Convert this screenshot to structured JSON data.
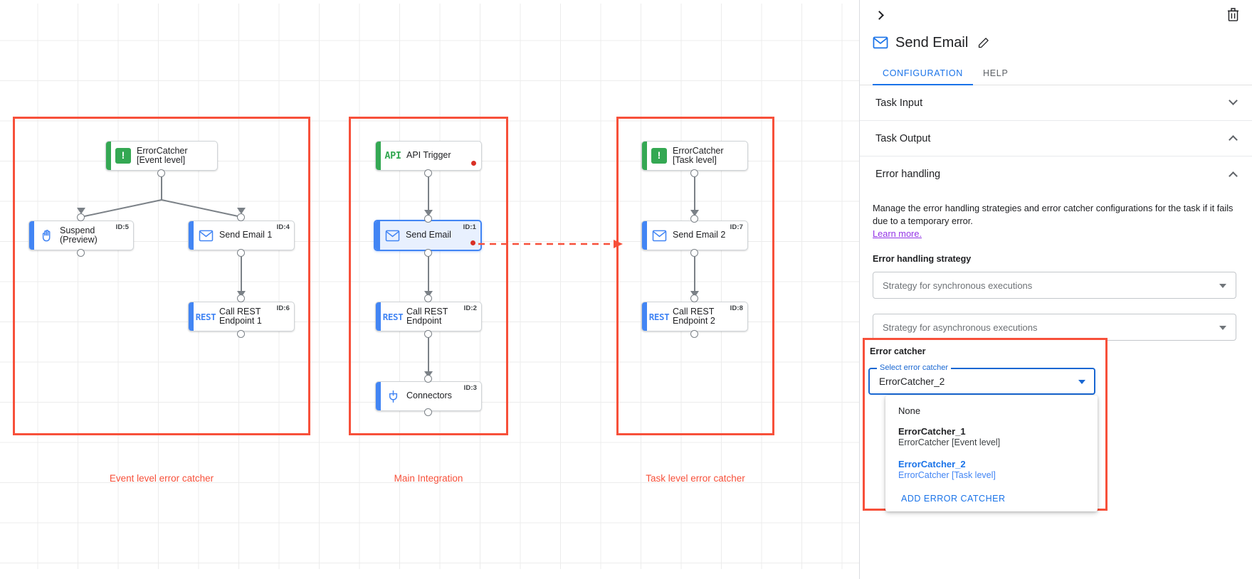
{
  "canvas": {
    "groups": [
      {
        "caption": "Event level error catcher"
      },
      {
        "caption": "Main Integration"
      },
      {
        "caption": "Task level error catcher"
      }
    ],
    "nodes": {
      "error_catcher_event": {
        "label": "ErrorCatcher\n[Event level]",
        "icon": "error-catcher-icon",
        "id_tag": ""
      },
      "suspend": {
        "label": "Suspend\n(Preview)",
        "icon": "suspend-hand-icon",
        "id_tag": "ID:5"
      },
      "send_email_1": {
        "label": "Send Email 1",
        "icon": "email-icon",
        "id_tag": "ID:4"
      },
      "call_rest_1": {
        "label": "Call REST\nEndpoint 1",
        "icon": "rest-icon",
        "id_tag": "ID:6"
      },
      "api_trigger": {
        "label": "API Trigger",
        "icon": "api-icon",
        "id_tag": ""
      },
      "send_email": {
        "label": "Send Email",
        "icon": "email-icon",
        "id_tag": "ID:1"
      },
      "call_rest": {
        "label": "Call REST\nEndpoint",
        "icon": "rest-icon",
        "id_tag": "ID:2"
      },
      "connectors": {
        "label": "Connectors",
        "icon": "connectors-icon",
        "id_tag": "ID:3"
      },
      "error_catcher_task": {
        "label": "ErrorCatcher\n[Task level]",
        "icon": "error-catcher-icon",
        "id_tag": ""
      },
      "send_email_2": {
        "label": "Send Email 2",
        "icon": "email-icon",
        "id_tag": "ID:7"
      },
      "call_rest_2": {
        "label": "Call REST\nEndpoint 2",
        "icon": "rest-icon",
        "id_tag": "ID:8"
      }
    },
    "icon_text": {
      "api": "API",
      "rest": "REST",
      "errorcatcher": "!"
    }
  },
  "panel": {
    "title": "Send Email",
    "tabs": [
      {
        "label": "CONFIGURATION",
        "active": true
      },
      {
        "label": "HELP",
        "active": false
      }
    ],
    "sections": [
      {
        "label": "Task Input",
        "state": "collapsed"
      },
      {
        "label": "Task Output",
        "state": "expanded"
      },
      {
        "label": "Error handling",
        "state": "expanded"
      }
    ],
    "error_handling": {
      "description": "Manage the error handling strategies and error catcher configurations for the task if it fails due to a temporary error.",
      "learn_more": "Learn more.",
      "strategy_label": "Error handling strategy",
      "sync_placeholder": "Strategy for synchronous executions",
      "async_placeholder": "Strategy for asynchronous executions"
    },
    "error_catcher": {
      "title": "Error catcher",
      "float_label": "Select error catcher",
      "value": "ErrorCatcher_2",
      "options": [
        {
          "primary": "None",
          "secondary": "",
          "selected": false,
          "bold": false
        },
        {
          "primary": "ErrorCatcher_1",
          "secondary": "ErrorCatcher [Event level]",
          "selected": false,
          "bold": true
        },
        {
          "primary": "ErrorCatcher_2",
          "secondary": "ErrorCatcher [Task level]",
          "selected": true,
          "bold": true
        }
      ],
      "add_action": "ADD ERROR CATCHER"
    }
  },
  "colors": {
    "accent_blue": "#1a73e8",
    "green": "#34a853",
    "highlight_red": "#f7503a",
    "error_dot": "#d93025",
    "learn_more_purple": "#9334e6"
  }
}
